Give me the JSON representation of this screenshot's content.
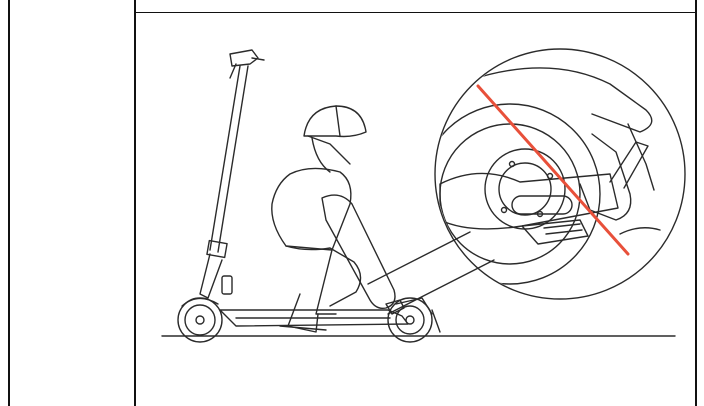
{
  "document": {
    "section": "manual-table-cell-illustration",
    "colors": {
      "line": "#2b2b2b",
      "warning_slash": "#e8503a",
      "background": "#ffffff"
    },
    "illustration": {
      "subject": "person-crouching-beside-electric-scooter",
      "detail_inset": "rear-wheel-brake-detail-with-prohibition-slash"
    }
  }
}
